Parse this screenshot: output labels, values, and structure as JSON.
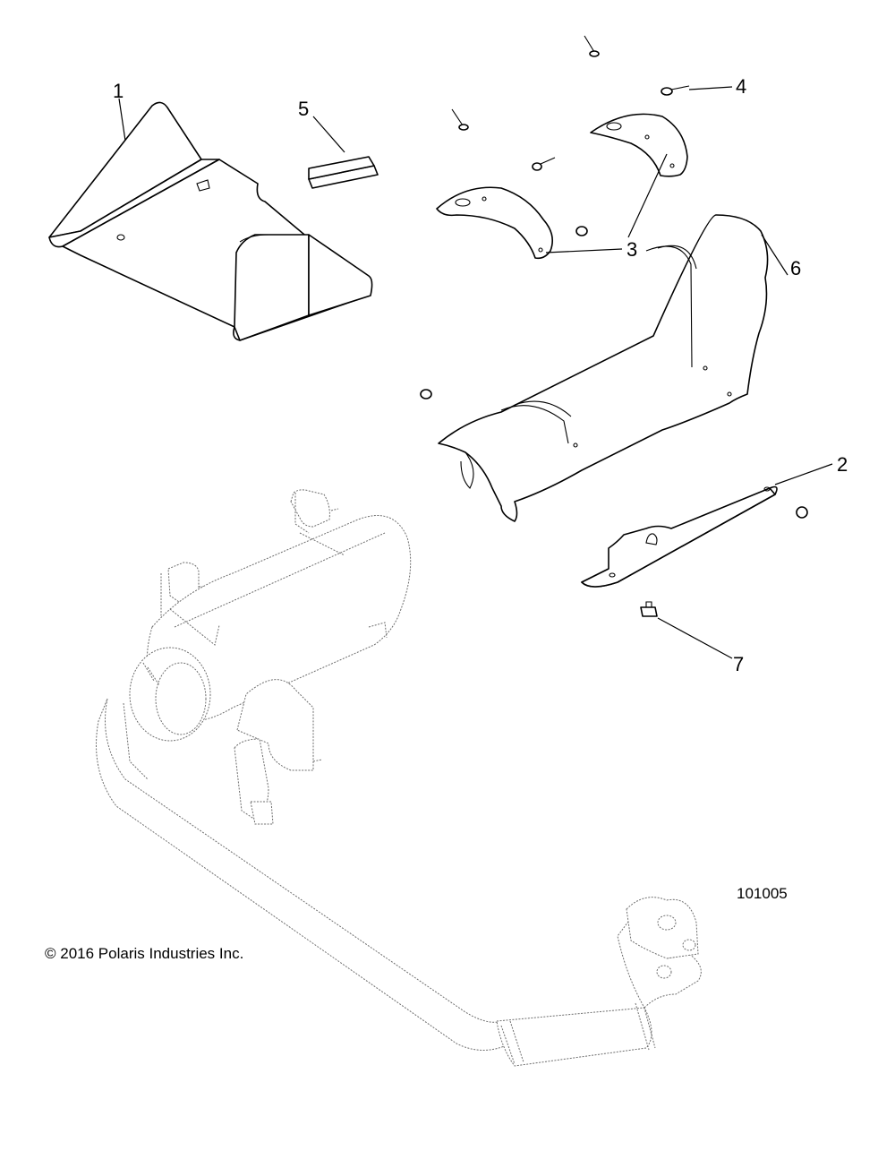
{
  "callouts": [
    {
      "id": "1",
      "label": "1"
    },
    {
      "id": "2",
      "label": "2"
    },
    {
      "id": "3",
      "label": "3"
    },
    {
      "id": "4",
      "label": "4"
    },
    {
      "id": "5",
      "label": "5"
    },
    {
      "id": "6",
      "label": "6"
    },
    {
      "id": "7",
      "label": "7"
    }
  ],
  "copyright": "© 2016 Polaris Industries Inc.",
  "diagram_number": "101005",
  "colors": {
    "line": "#000000",
    "background": "#ffffff",
    "ghost_line": "#6e6e6e"
  }
}
